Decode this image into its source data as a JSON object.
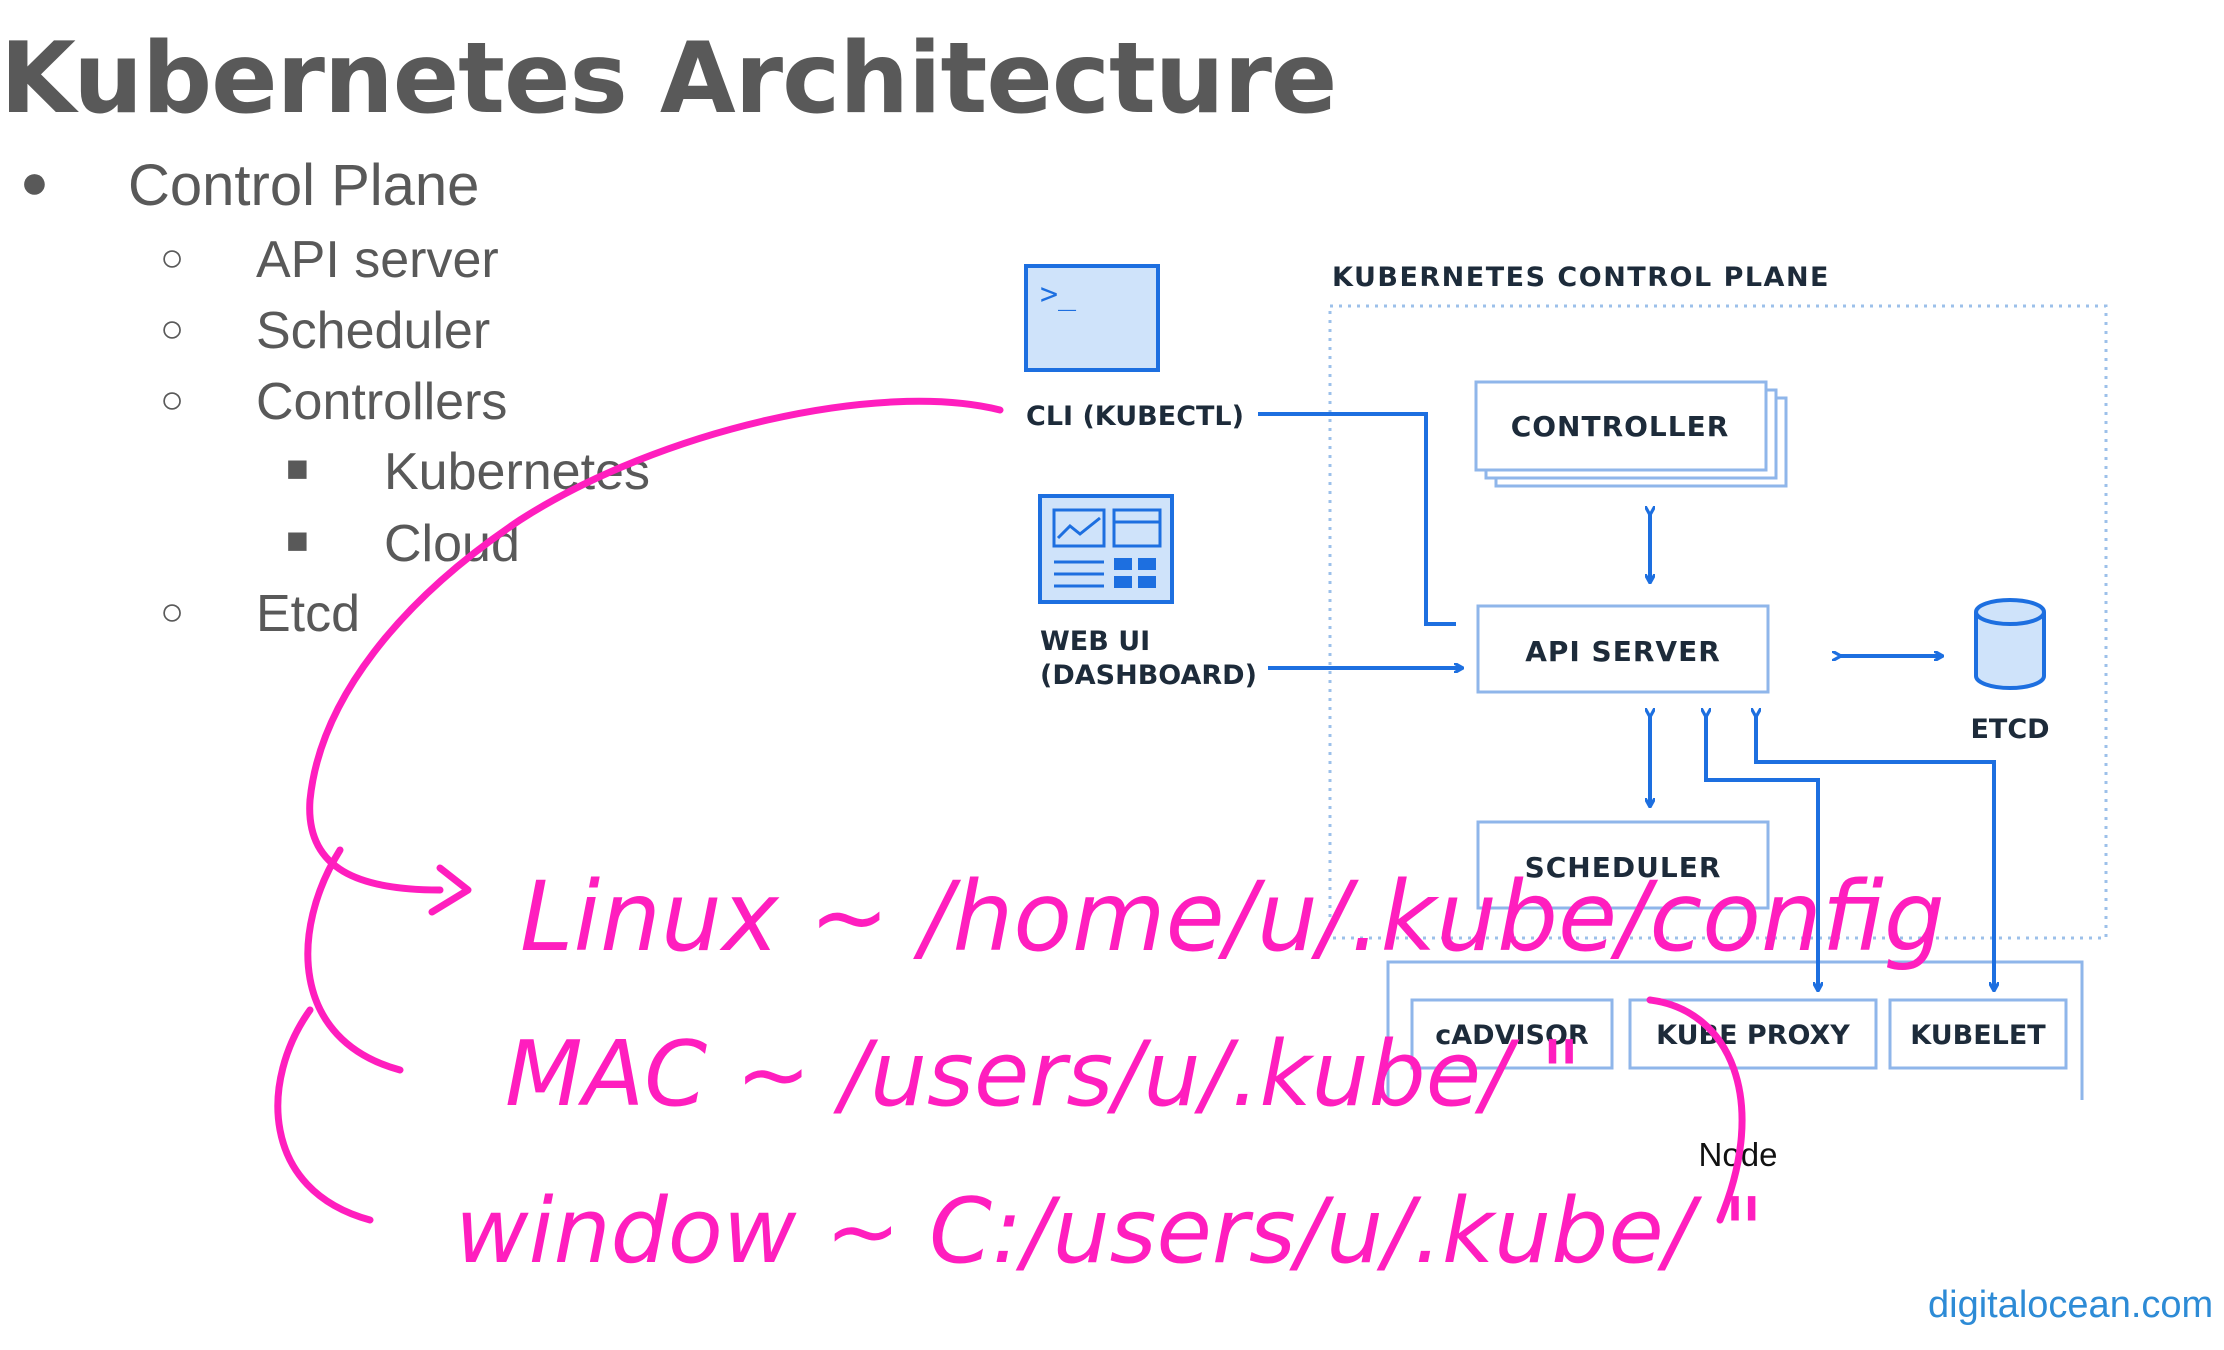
{
  "slide": {
    "title": "Kubernetes Architecture",
    "credit": "digitalocean.com"
  },
  "bullets": {
    "control_plane": "Control Plane",
    "api_server": "API server",
    "scheduler": "Scheduler",
    "controllers": "Controllers",
    "kubernetes": "Kubernetes",
    "cloud": "Cloud",
    "etcd": "Etcd",
    "markers": {
      "disc": "●",
      "circle": "○",
      "square": "■"
    }
  },
  "diagram": {
    "control_plane_label": "KUBERNETES CONTROL PLANE",
    "cli_label": "CLI (KUBECTL)",
    "web_ui_label_1": "WEB UI",
    "web_ui_label_2": "(DASHBOARD)",
    "controller": "CONTROLLER",
    "api_server": "API SERVER",
    "scheduler": "SCHEDULER",
    "etcd": "ETCD",
    "cadvisor": "cADVISOR",
    "kube_proxy": "KUBE PROXY",
    "kubelet": "KUBELET",
    "node": "Node",
    "terminal_prompt": ">_",
    "colors": {
      "line_blue": "#1d6fe0",
      "box_border": "#8fb6ea",
      "icon_fill": "#cfe3fa",
      "dotted_border": "#9cc0ea",
      "text_dark": "#1d2b3a",
      "ink_magenta": "#ff1ebe"
    }
  },
  "annotations": {
    "linux": "Linux ~ /home/u/.kube/config",
    "mac": "MAC ~ /users/u/.kube/ \"",
    "windows": "window ~ C:/users/u/.kube/ \""
  }
}
